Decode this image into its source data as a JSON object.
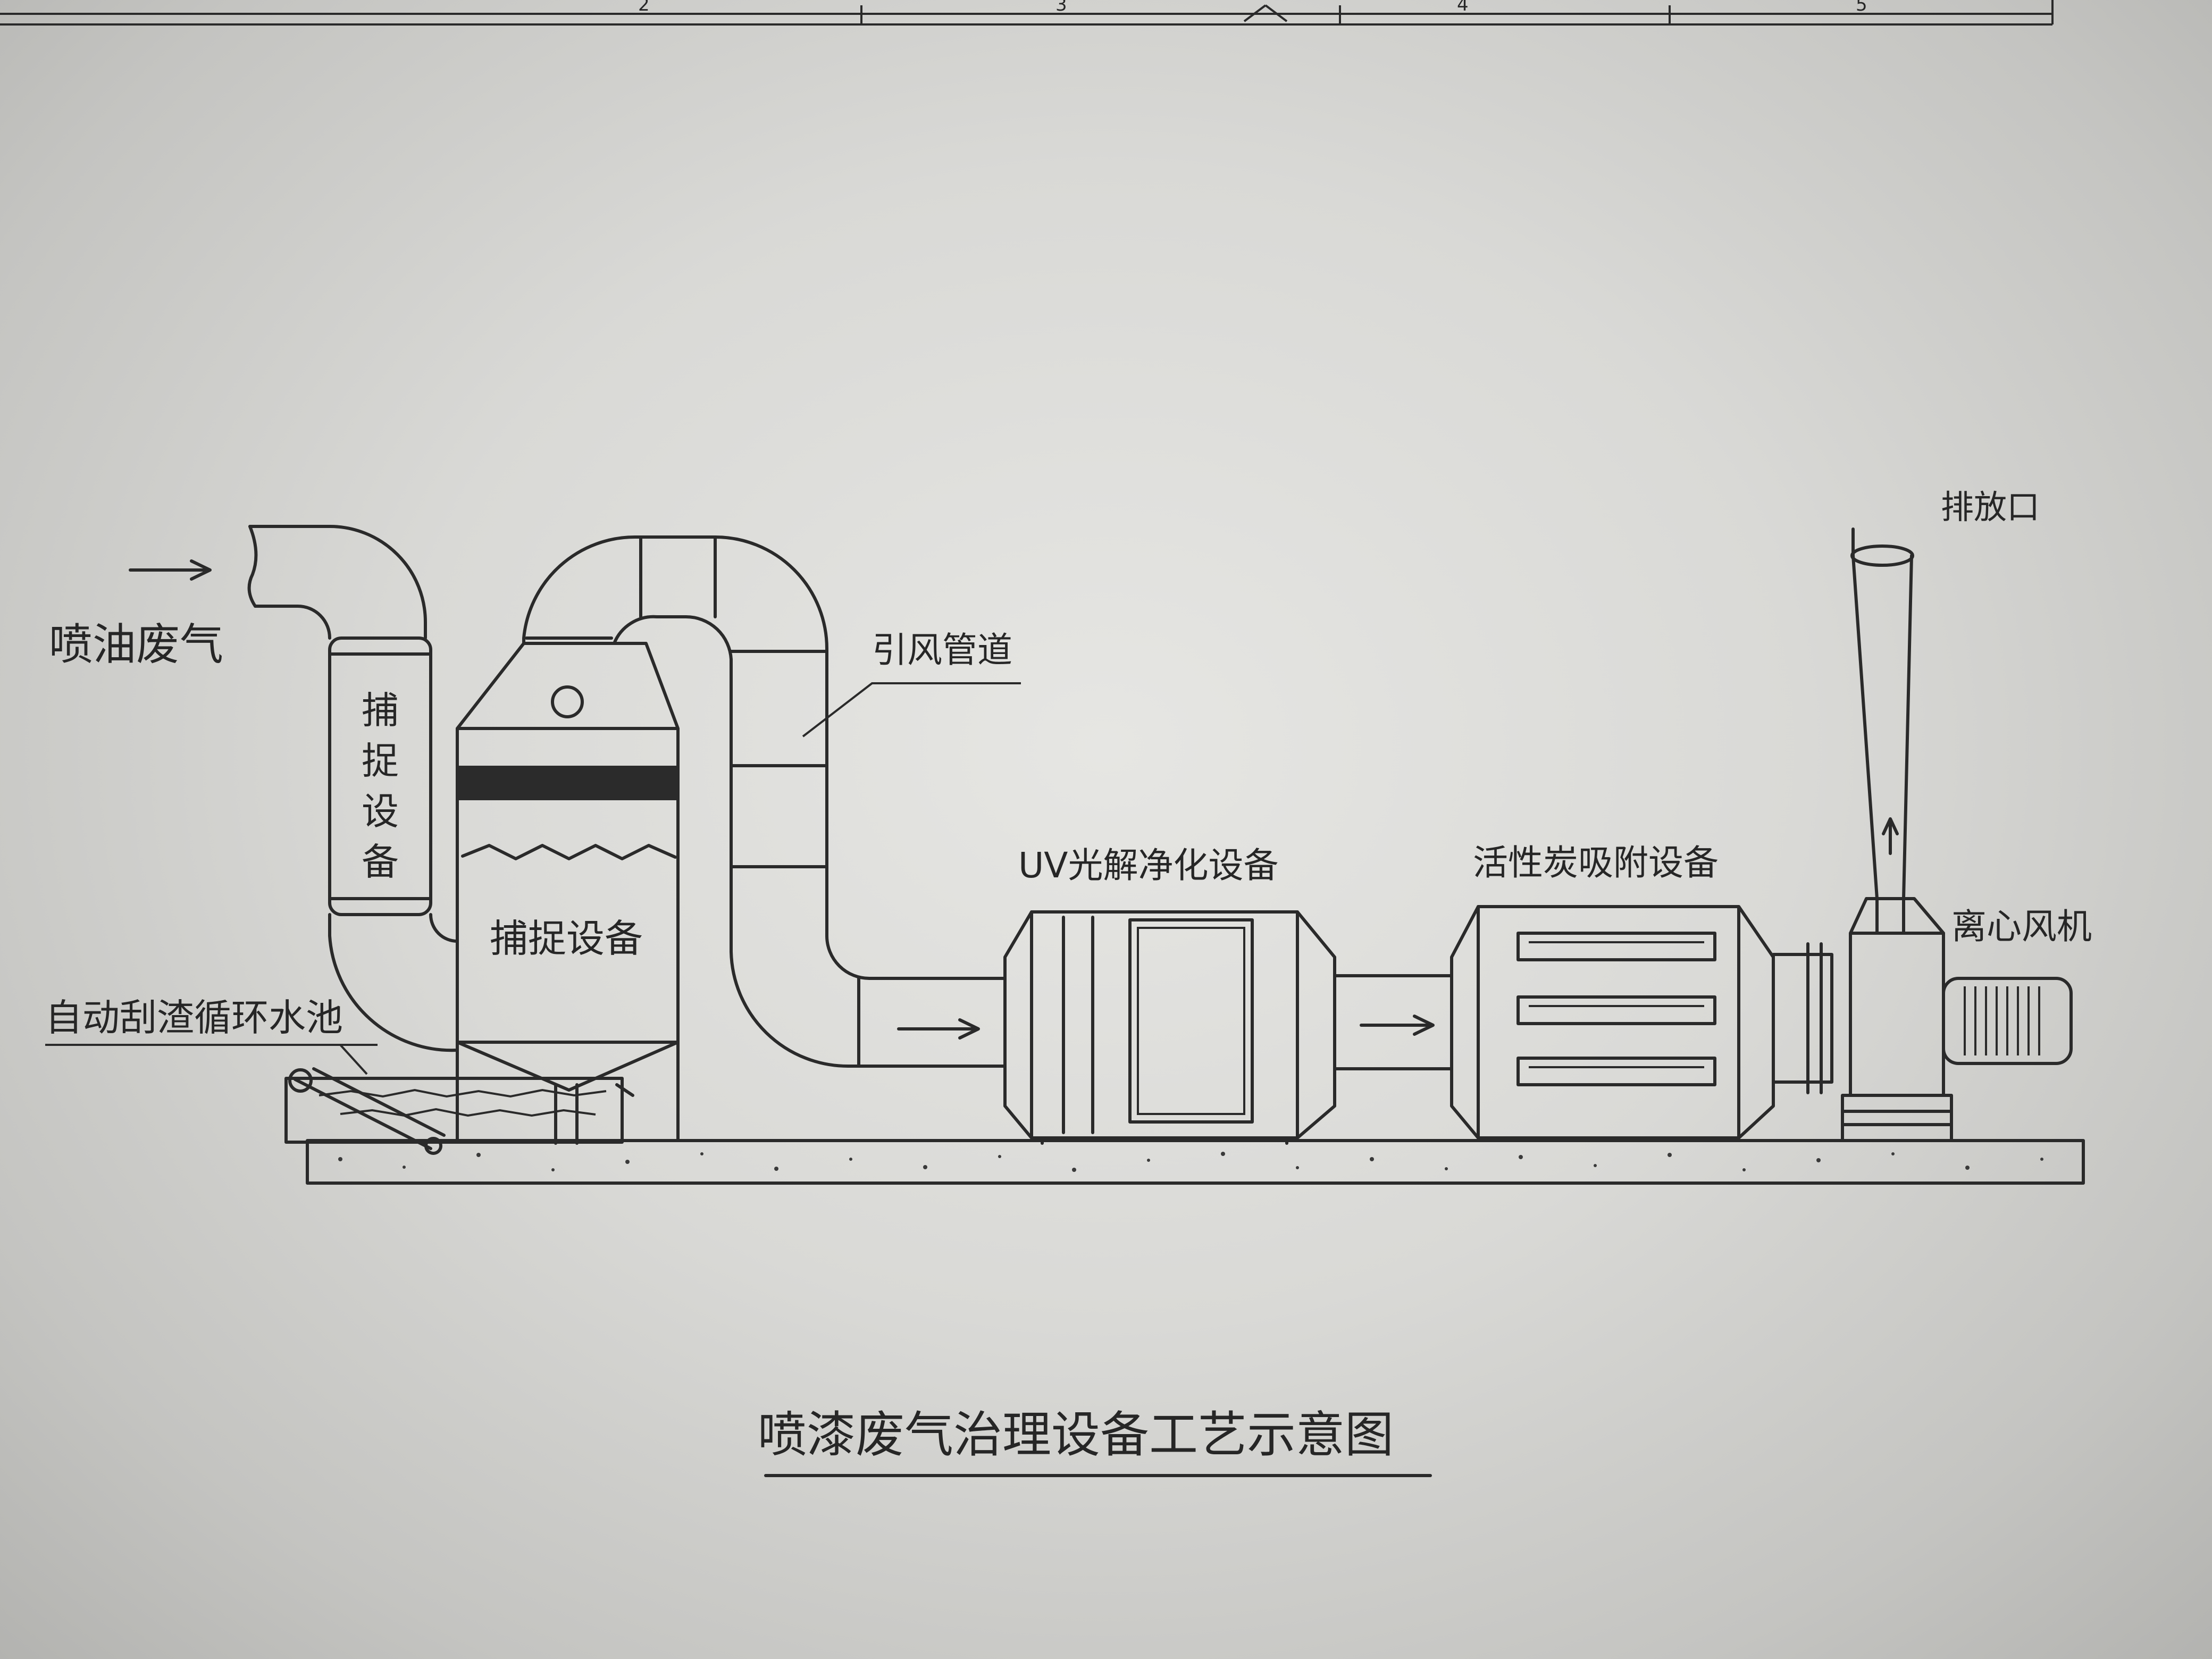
{
  "title": "喷漆废气治理设备工艺示意图",
  "frame_numbers": [
    "2",
    "3",
    "4",
    "5"
  ],
  "labels": {
    "inlet": "喷油废气",
    "capture_vertical_chars": [
      "捕",
      "捉",
      "设",
      "备"
    ],
    "capture_tower": "捕捉设备",
    "water_tank": "自动刮渣循环水池",
    "duct": "引风管道",
    "uv_unit": "UV光解净化设备",
    "carbon_unit": "活性炭吸附设备",
    "fan": "离心风机",
    "outlet": "排放口"
  },
  "colors": {
    "line": "#2a2a2a",
    "paper": "#dcdcd9",
    "fill_band": "#2b2b2b"
  },
  "icons": [
    "arrow-right-icon",
    "arrow-up-icon"
  ]
}
